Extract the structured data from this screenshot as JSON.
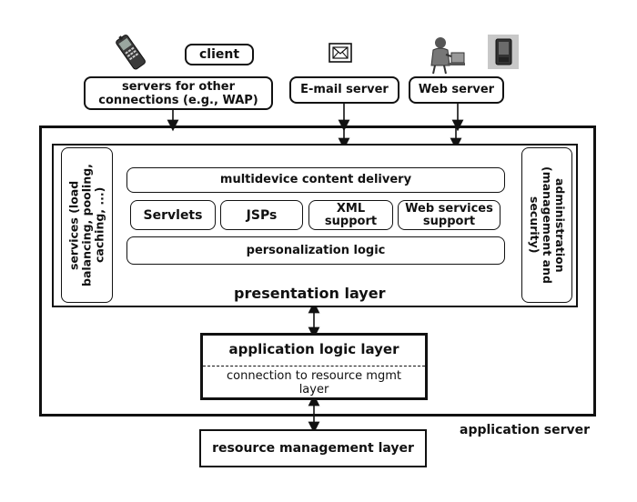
{
  "top": {
    "client_label": "client",
    "servers_other_label": "servers for other connections (e.g., WAP)",
    "email_server_label": "E-mail server",
    "web_server_label": "Web server"
  },
  "presentation": {
    "multidevice_label": "multidevice content delivery",
    "servlets_label": "Servlets",
    "jsps_label": "JSPs",
    "xml_label": "XML support",
    "web_services_label": "Web services support",
    "personalization_label": "personalization logic",
    "services_label": "services (load balancing, pooling, caching, ...)",
    "administration_label": "administration (management and security)",
    "layer_title": "presentation layer"
  },
  "application_logic": {
    "title": "application logic layer",
    "connection_label": "connection to resource mgmt layer"
  },
  "application_server_label": "application server",
  "resource_management_label": "resource management layer",
  "icons": [
    "cell-phone-icon",
    "envelope-icon",
    "person-at-computer-icon",
    "handheld-device-icon"
  ]
}
